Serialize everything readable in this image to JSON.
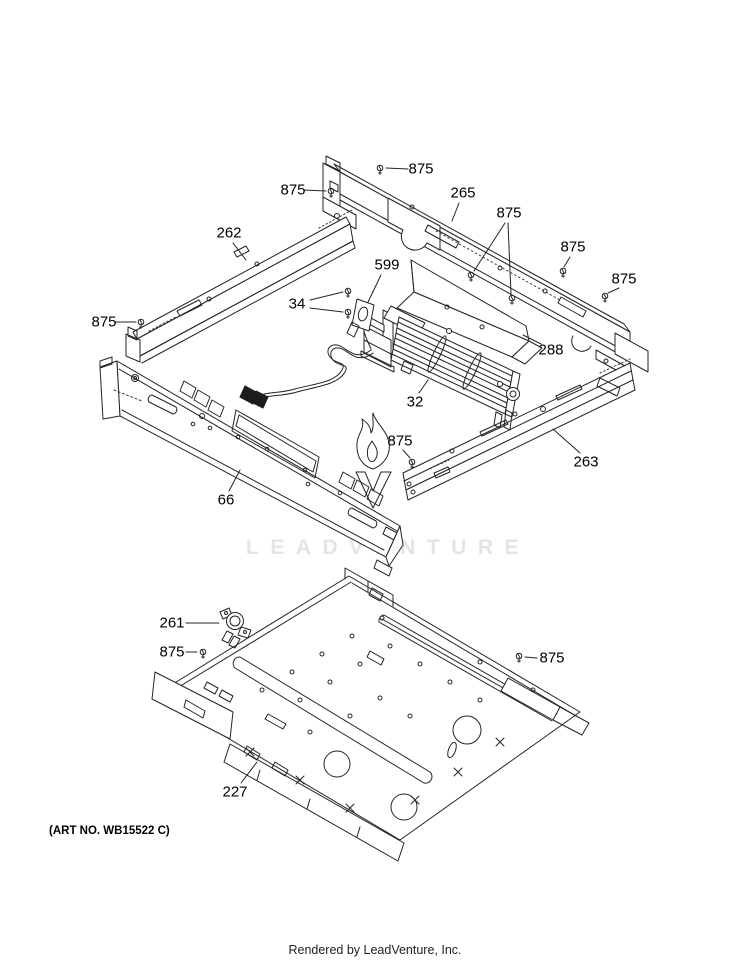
{
  "page": {
    "art_number": "(ART NO. WB15522 C)",
    "footer_credit": "Rendered by LeadVenture, Inc.",
    "watermark": {
      "text": "LEADVENTURE",
      "logo": "leadventure-flame"
    }
  },
  "diagram": {
    "type": "exploded-parts-view",
    "part_refs_visible": [
      "32",
      "34",
      "66",
      "227",
      "261",
      "262",
      "263",
      "265",
      "288",
      "599",
      "875"
    ]
  },
  "callouts": [
    {
      "id": "875-top",
      "text": "875"
    },
    {
      "id": "875-upper-left",
      "text": "875"
    },
    {
      "id": "262",
      "text": "262"
    },
    {
      "id": "265",
      "text": "265"
    },
    {
      "id": "875-pair",
      "text": "875"
    },
    {
      "id": "875-right-1",
      "text": "875"
    },
    {
      "id": "875-right-2",
      "text": "875"
    },
    {
      "id": "875-far-left",
      "text": "875"
    },
    {
      "id": "599",
      "text": "599"
    },
    {
      "id": "34",
      "text": "34"
    },
    {
      "id": "288",
      "text": "288"
    },
    {
      "id": "32",
      "text": "32"
    },
    {
      "id": "875-center",
      "text": "875"
    },
    {
      "id": "263",
      "text": "263"
    },
    {
      "id": "66",
      "text": "66"
    },
    {
      "id": "261",
      "text": "261"
    },
    {
      "id": "875-bottom-left",
      "text": "875"
    },
    {
      "id": "875-bottom-right",
      "text": "875"
    },
    {
      "id": "227",
      "text": "227"
    }
  ]
}
